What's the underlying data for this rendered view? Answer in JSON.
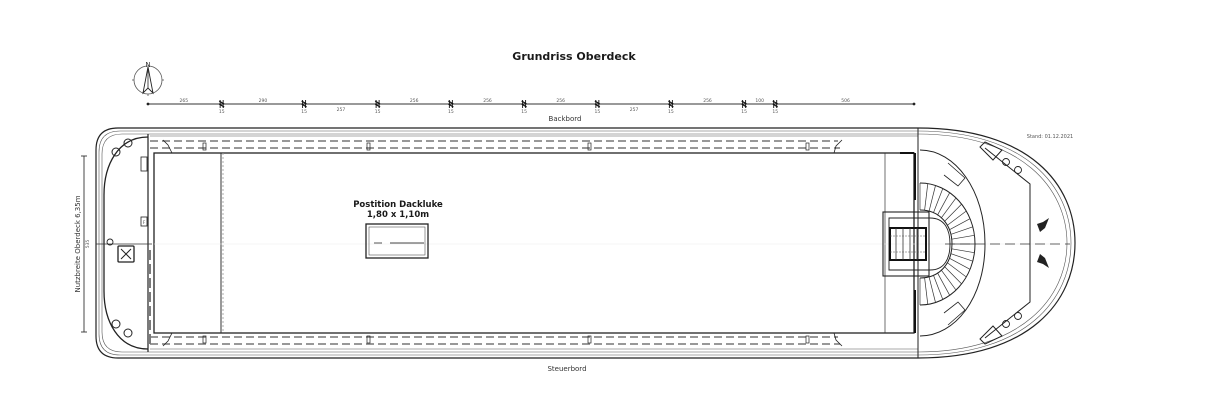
{
  "title": "Grundriss Oberdeck",
  "north_label": "N",
  "side_labels": {
    "port": "Backbord",
    "starboard": "Steuerbord"
  },
  "stand": "Stand: 01.12.2021",
  "width_dimension": {
    "label": "Nutzbreite Oberdeck 6,35m",
    "value": "535"
  },
  "hatch": {
    "title": "Postition Dackluke",
    "size": "1,80 x 1,10m"
  },
  "dimension_chain": {
    "segments": [
      "265",
      "290",
      "257",
      "256",
      "256",
      "256",
      "257",
      "256",
      "100",
      "506"
    ],
    "tick_labels": [
      "15",
      "15",
      "15",
      "15",
      "15",
      "15",
      "15",
      "15",
      "15"
    ]
  },
  "fuse_box_label": "F"
}
